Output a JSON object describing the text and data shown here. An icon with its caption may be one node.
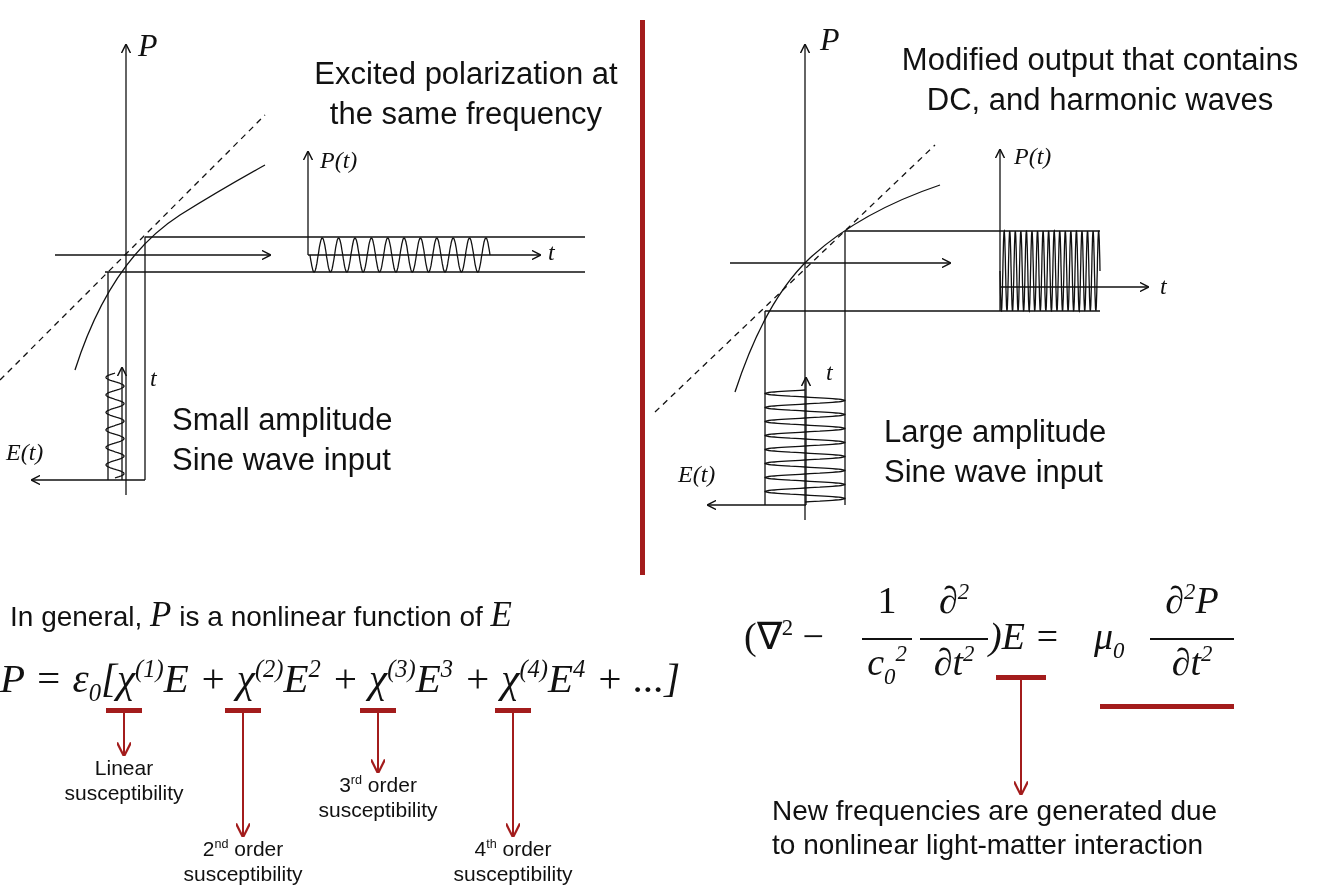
{
  "diagram": {
    "nodes": [
      {
        "text": [],
        "shape": "bar"
      },
      {
        "text": [],
        "shape": "bar"
      },
      {
        "text": [],
        "shape": "bar"
      },
      {
        "text": [],
        "shape": "bar"
      },
      {
        "text": [
          "Linear susceptibility"
        ]
      },
      {
        "text": [
          "2$^{nd}$ order susceptibility"
        ]
      },
      {
        "text": [
          "3$^{rd}$ order susceptibility"
        ]
      },
      {
        "text": [
          "4$^{th}$ order susceptibility"
        ]
      },
      {
        "text": [],
        "shape": "bar"
      },
      {
        "text": [],
        "shape": "bar"
      },
      {
        "text": [
          "New frequencies are generated due to nonlinear light-matter interaction"
        ]
      }
    ],
    "edges": [
      {
        "from": 0,
        "to": 4,
        "arrow": "to"
      },
      {
        "from": 1,
        "to": 5,
        "arrow": "to"
      },
      {
        "from": 2,
        "to": 6,
        "arrow": "to"
      },
      {
        "from": 3,
        "to": 7,
        "arrow": "to"
      },
      {
        "from": 8,
        "to": 10,
        "arrow": "to"
      }
    ],
    "labels": [
      "P",
      "Excited polarization at the same frequency",
      "P(t)",
      "t",
      "t",
      "Small amplitude Sine wave input",
      "E(t)",
      "P",
      "Modified output that contains DC, and harmonic waves",
      "P(t)",
      "t",
      "t",
      "Large amplitude Sine wave input",
      "E(t)",
      "In general, *P* is a nonlinear function of *E*",
      "P = ε$_{0}$[χ$^{(1)}$E + χ$^{(2)}$E$^{2}$ + χ$^{(3)}$E$^{3}$ + χ$^{(4)}$E$^{4}$ + ...]",
      "(∇$^{2}$ −",
      "1",
      "c$_{0}$$^{2}$",
      "∂$^{2}$",
      "∂t$^{2}$",
      ")E =",
      "μ$_{0}$",
      "∂$^{2}$P",
      "∂t$^{2}$"
    ]
  }
}
